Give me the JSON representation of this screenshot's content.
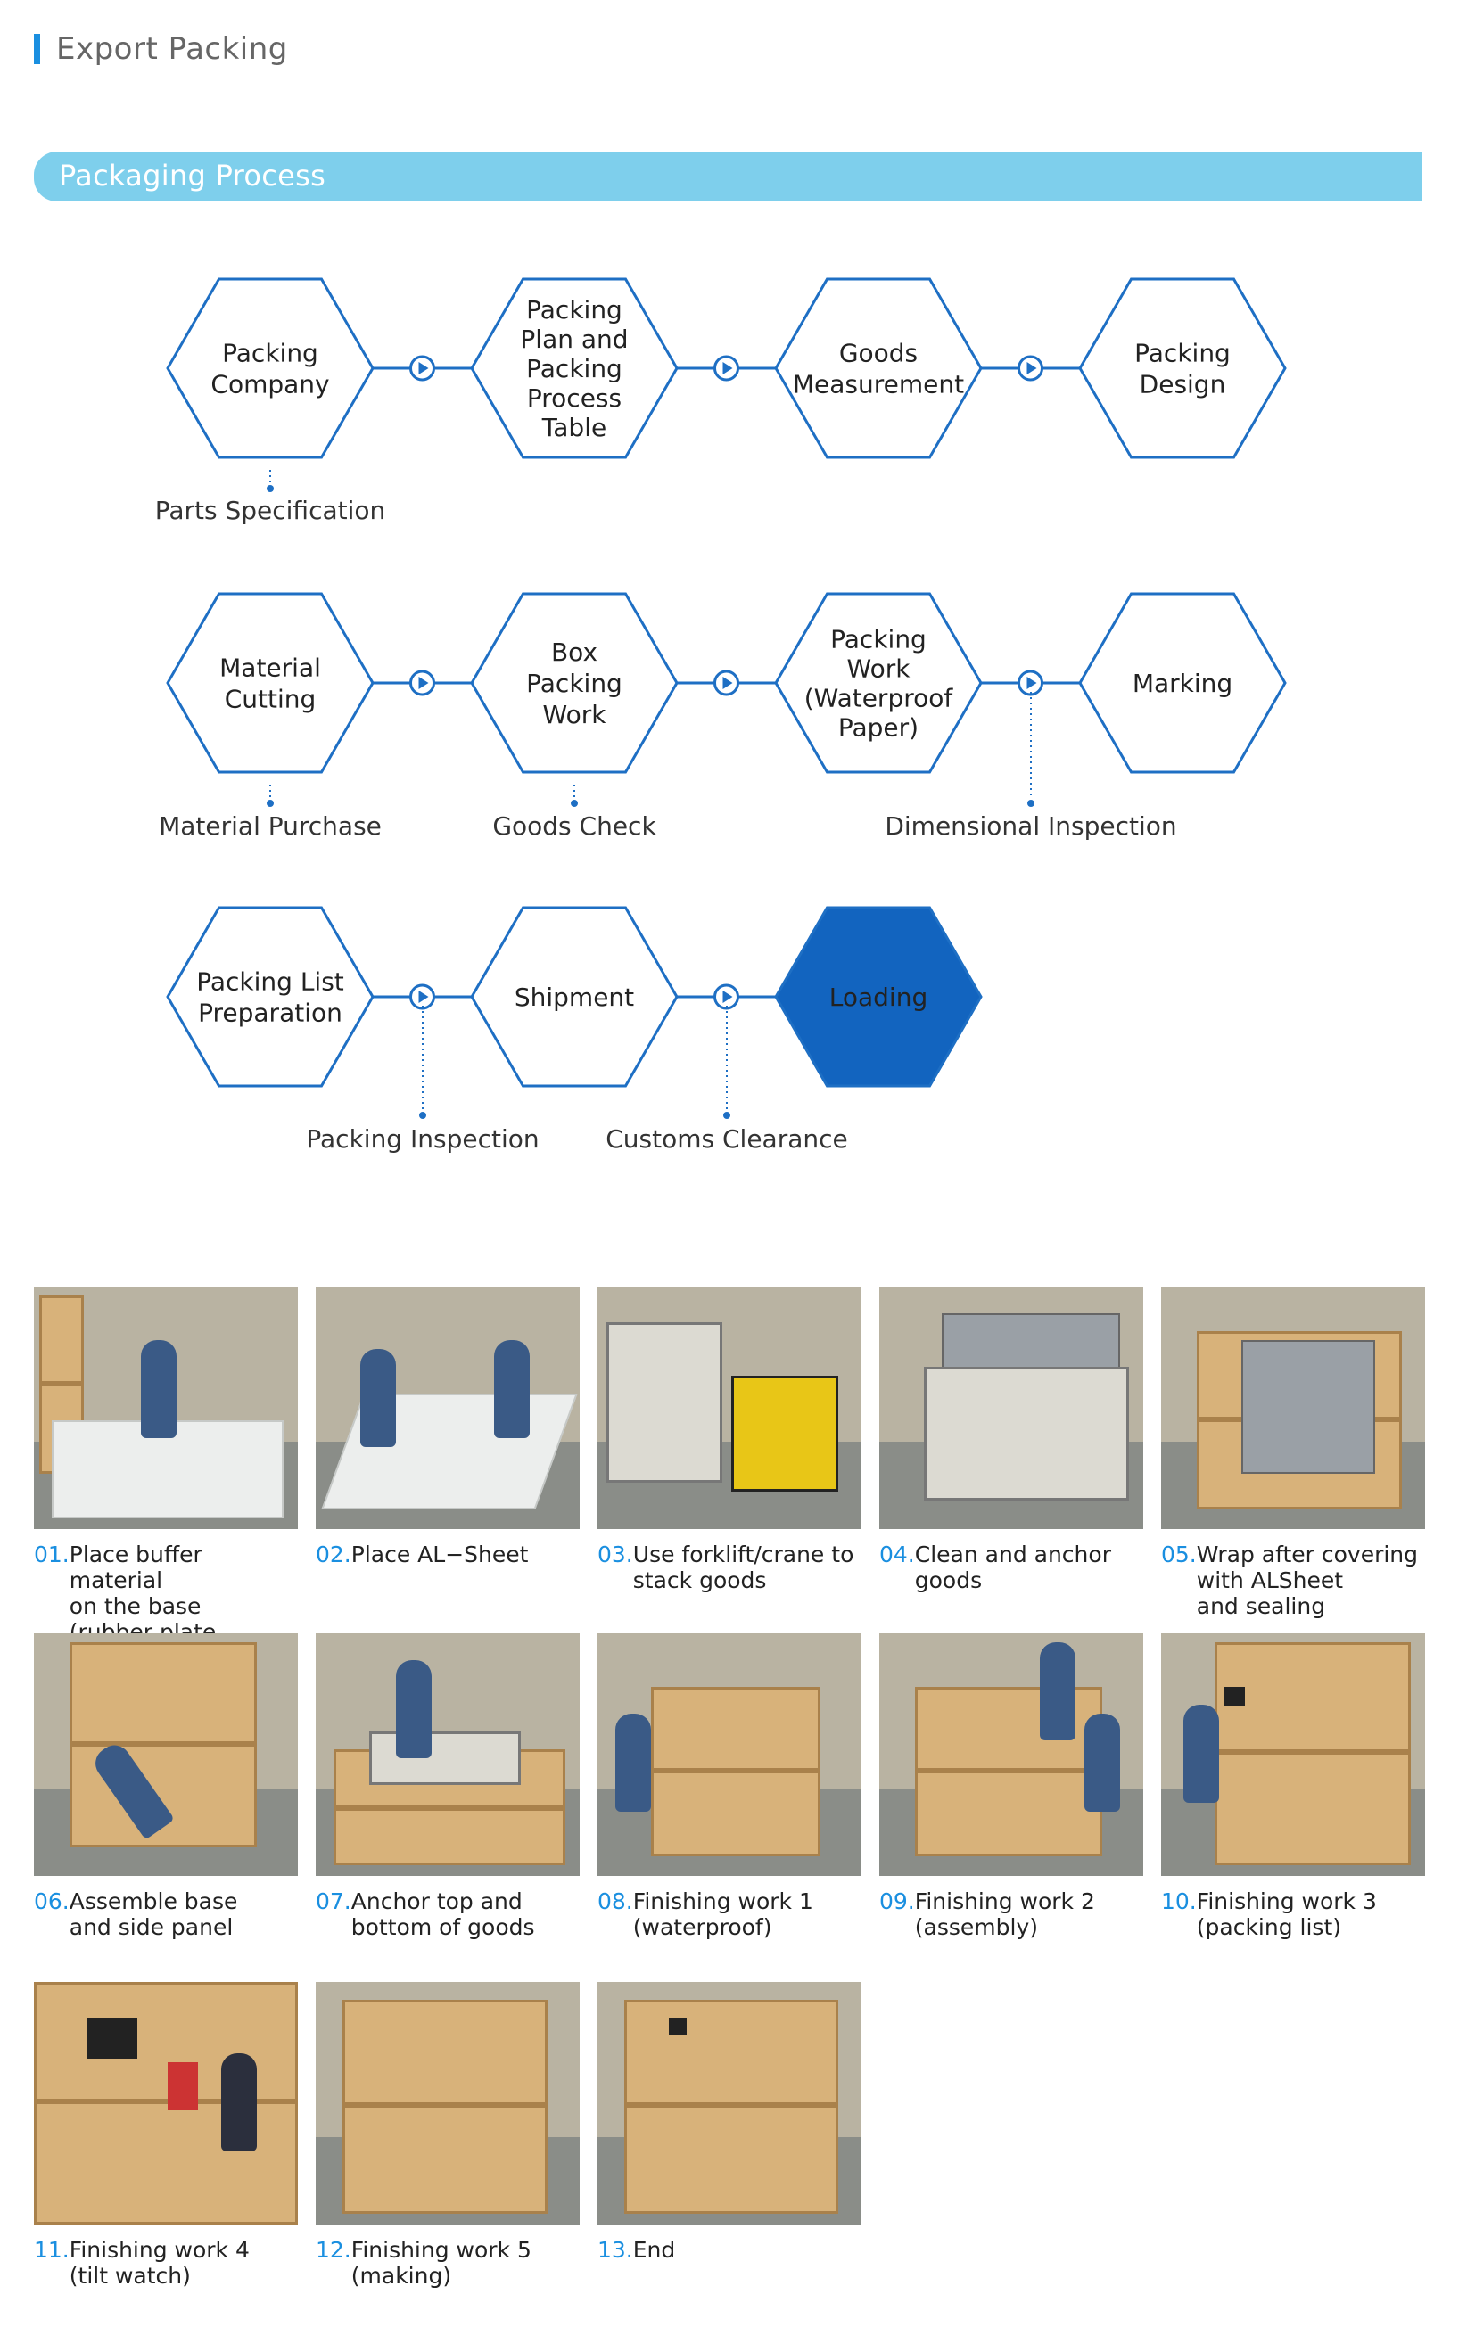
{
  "page": {
    "title": "Export Packing"
  },
  "section": {
    "title": "Packaging Process"
  },
  "flow": {
    "steps": [
      {
        "id": "s1",
        "lines": [
          "Packing",
          "Company"
        ],
        "highlight": false
      },
      {
        "id": "s2",
        "lines": [
          "Packing",
          "Plan and",
          "Packing",
          "Process",
          "Table"
        ],
        "highlight": false
      },
      {
        "id": "s3",
        "lines": [
          "Goods",
          "Measurement"
        ],
        "highlight": false
      },
      {
        "id": "s4",
        "lines": [
          "Packing",
          "Design"
        ],
        "highlight": false
      },
      {
        "id": "s5",
        "lines": [
          "Material",
          "Cutting"
        ],
        "highlight": false
      },
      {
        "id": "s6",
        "lines": [
          "Box",
          "Packing",
          "Work"
        ],
        "highlight": false
      },
      {
        "id": "s7",
        "lines": [
          "Packing",
          "Work",
          "(Waterproof",
          "Paper)"
        ],
        "highlight": false
      },
      {
        "id": "s8",
        "lines": [
          "Marking"
        ],
        "highlight": false
      },
      {
        "id": "s9",
        "lines": [
          "Packing List",
          "Preparation"
        ],
        "highlight": false
      },
      {
        "id": "s10",
        "lines": [
          "Shipment"
        ],
        "highlight": false
      },
      {
        "id": "s11",
        "lines": [
          "Loading"
        ],
        "highlight": true
      }
    ],
    "notes": [
      {
        "text": "Parts Specification"
      },
      {
        "text": "Material Purchase"
      },
      {
        "text": "Goods Check"
      },
      {
        "text": "Dimensional Inspection"
      },
      {
        "text": "Packing Inspection"
      },
      {
        "text": "Customs Clearance"
      }
    ],
    "colors": {
      "outline": "#1e6fc4",
      "highlight_fill": "#1264bf",
      "highlight_text": "#ffffff"
    }
  },
  "photos": [
    {
      "num": "01.",
      "caption": "Place buffer material\non the base\n(rubber plate, toilon)"
    },
    {
      "num": "02.",
      "caption": "Place AL−Sheet"
    },
    {
      "num": "03.",
      "caption": "Use forklift/crane to\nstack goods"
    },
    {
      "num": "04.",
      "caption": "Clean and anchor\ngoods"
    },
    {
      "num": "05.",
      "caption": "Wrap after covering\nwith ALSheet\nand sealing"
    },
    {
      "num": "06.",
      "caption": "Assemble base\nand side panel"
    },
    {
      "num": "07.",
      "caption": "Anchor top and\nbottom of goods"
    },
    {
      "num": "08.",
      "caption": "Finishing work 1\n(waterproof)"
    },
    {
      "num": "09.",
      "caption": "Finishing work 2\n(assembly)"
    },
    {
      "num": "10.",
      "caption": "Finishing work 3\n(packing list)"
    },
    {
      "num": "11.",
      "caption": "Finishing work 4\n(tilt watch)"
    },
    {
      "num": "12.",
      "caption": "Finishing work 5\n(making)"
    },
    {
      "num": "13.",
      "caption": "End"
    }
  ]
}
